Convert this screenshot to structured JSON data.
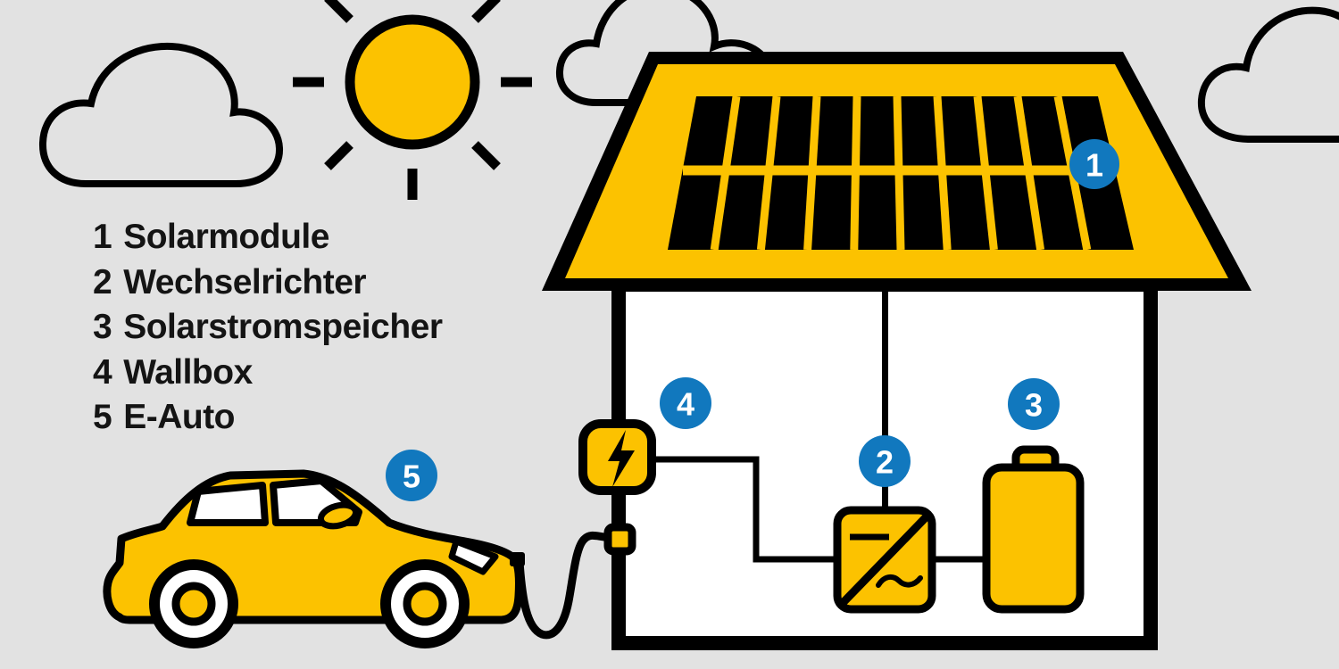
{
  "scene": {
    "description": "Infografik Photovoltaik-Anlage: Haus mit Solarmodulen, Wechselrichter, Solarstromspeicher, Wallbox und E-Auto",
    "language": "de",
    "background_color": "#E2E2E2",
    "colors": {
      "yellow": "#FCC200",
      "badge_blue": "#1178BE",
      "outline_black": "#000000",
      "house_white": "#FFFFFF",
      "text_black": "#141414",
      "badge_text_white": "#FFFFFF"
    }
  },
  "legend": {
    "items": [
      {
        "number": "1",
        "label": "Solarmodule"
      },
      {
        "number": "2",
        "label": "Wechselrichter"
      },
      {
        "number": "3",
        "label": "Solarstromspeicher"
      },
      {
        "number": "4",
        "label": "Wallbox"
      },
      {
        "number": "5",
        "label": "E-Auto"
      }
    ]
  },
  "badges": [
    {
      "number": "1"
    },
    {
      "number": "2"
    },
    {
      "number": "3"
    },
    {
      "number": "4"
    },
    {
      "number": "5"
    }
  ],
  "icons": {
    "sun": "sun-icon",
    "cloud": "cloud-icon",
    "solar_panel": "solar-panel-icon",
    "house": "house-icon",
    "wallbox": "wallbox-icon",
    "lightning": "lightning-bolt-icon",
    "inverter": "inverter-dc-ac-icon",
    "battery": "battery-icon",
    "car": "ev-car-icon",
    "cable": "charging-cable-icon"
  }
}
